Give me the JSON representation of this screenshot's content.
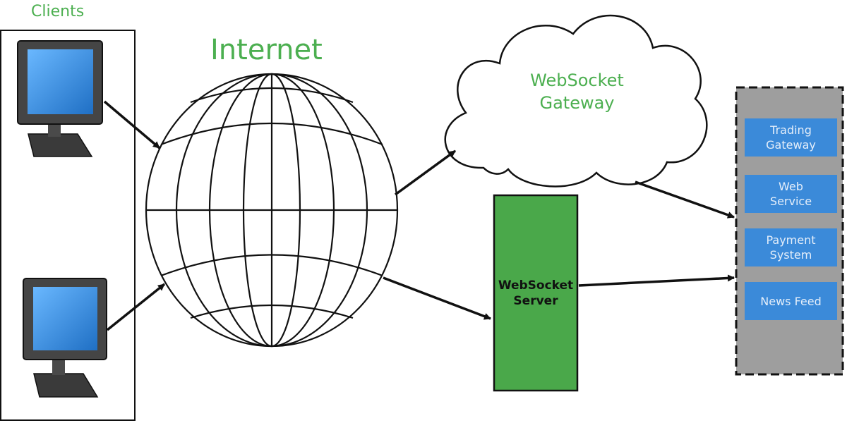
{
  "labels": {
    "clients": "Clients",
    "internet": "Internet",
    "gateway": "WebSocket\nGateway",
    "server": "WebSocket\nServer"
  },
  "services": [
    {
      "label": "Trading\nGateway"
    },
    {
      "label": "Web\nService"
    },
    {
      "label": "Payment\nSystem"
    },
    {
      "label": "News Feed"
    }
  ],
  "colors": {
    "label_green": "#4caf50",
    "server_fill": "#4aa84a",
    "service_fill": "#3b8ad9",
    "backend_fill": "#9e9e9e",
    "screen_blue": "#2f8ae0"
  },
  "icons": [
    "monitor-icon",
    "globe-icon",
    "cloud-icon"
  ]
}
